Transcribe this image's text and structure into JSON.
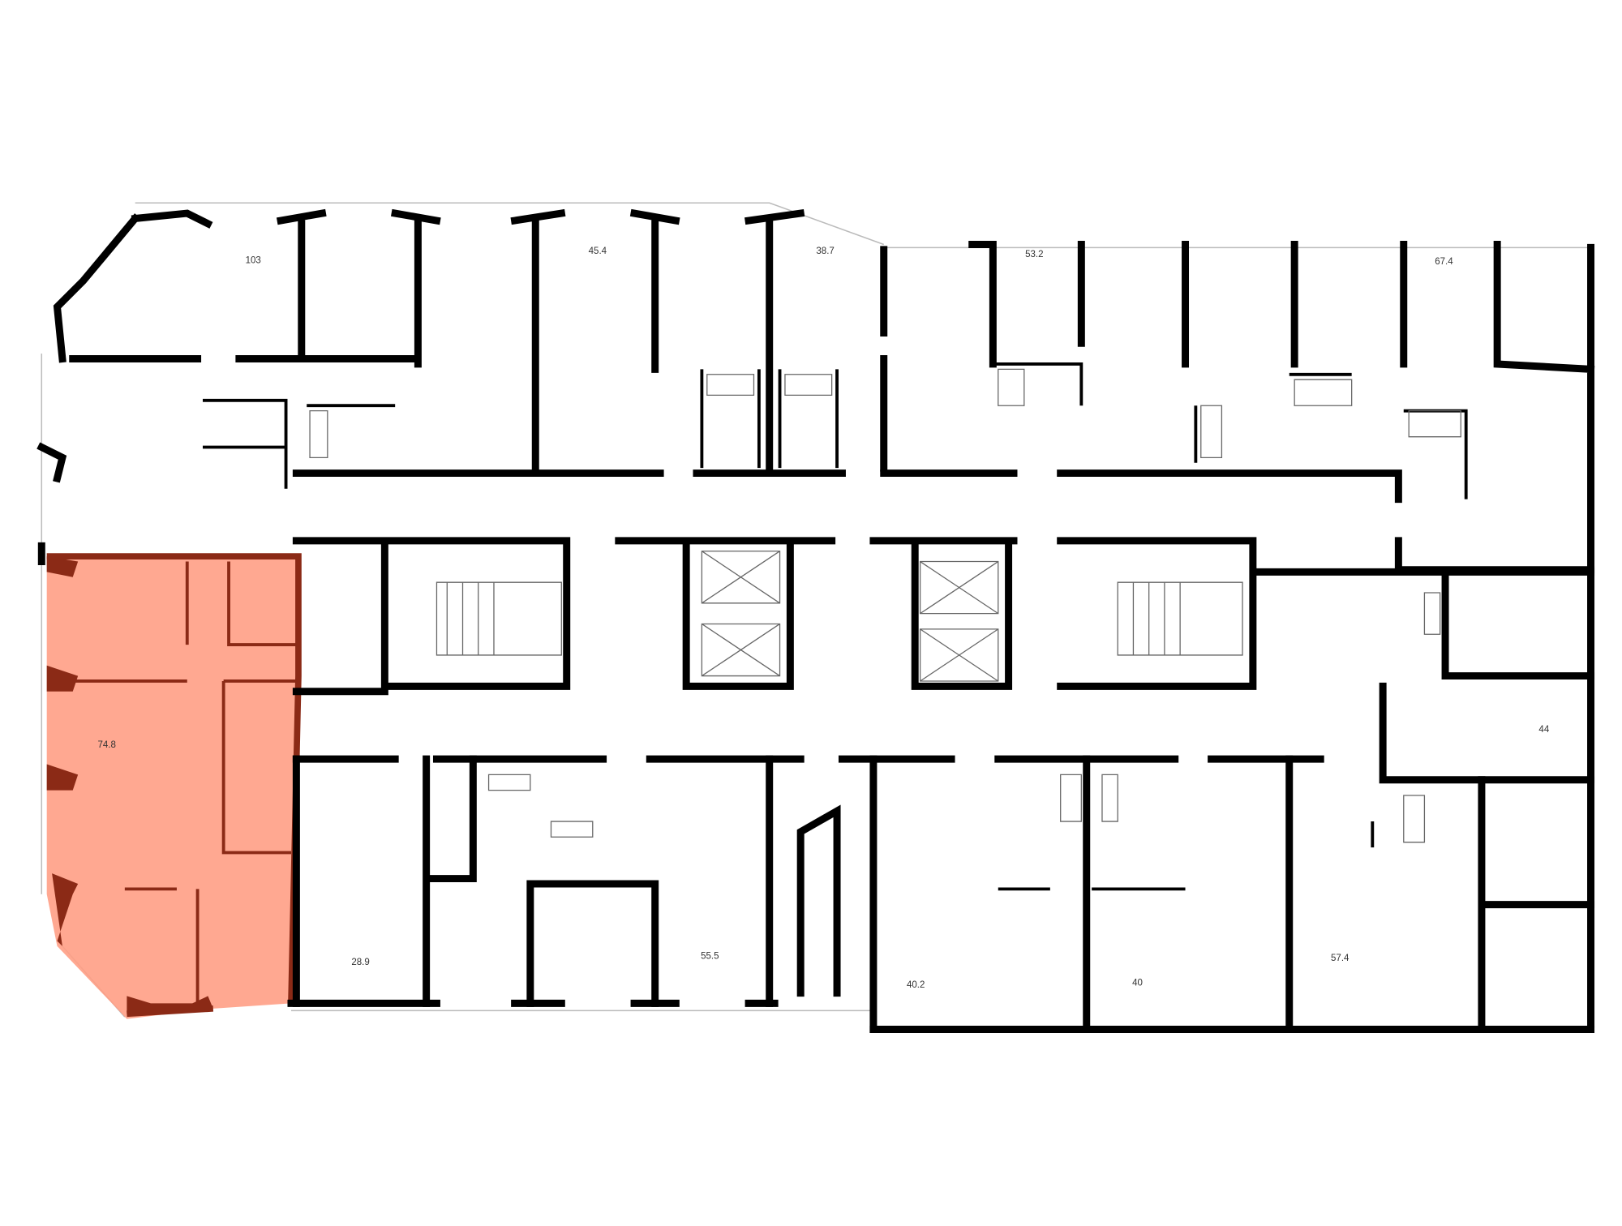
{
  "floor_plan": {
    "selected_apartment": {
      "area": "74.8",
      "highlight_color": "#ff9e85",
      "wall_color": "#8b2a16"
    },
    "apartments": [
      {
        "id": "apt-103",
        "area": "103"
      },
      {
        "id": "apt-45-4",
        "area": "45.4"
      },
      {
        "id": "apt-38-7",
        "area": "38.7"
      },
      {
        "id": "apt-53-2",
        "area": "53.2"
      },
      {
        "id": "apt-67-4",
        "area": "67.4"
      },
      {
        "id": "apt-74-8",
        "area": "74.8"
      },
      {
        "id": "apt-28-9",
        "area": "28.9"
      },
      {
        "id": "apt-55-5",
        "area": "55.5"
      },
      {
        "id": "apt-40-2",
        "area": "40.2"
      },
      {
        "id": "apt-40",
        "area": "40"
      },
      {
        "id": "apt-57-4",
        "area": "57.4"
      },
      {
        "id": "apt-44",
        "area": "44"
      }
    ]
  }
}
